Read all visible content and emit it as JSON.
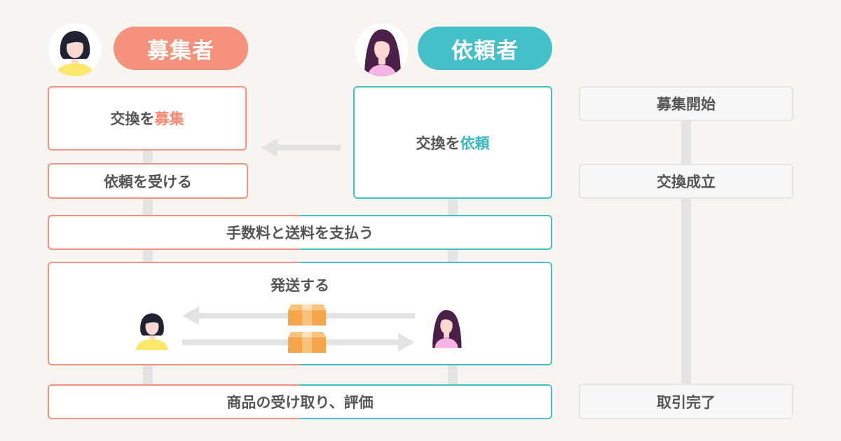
{
  "roles": {
    "recruiter": {
      "label": "募集者"
    },
    "requester": {
      "label": "依頼者"
    }
  },
  "steps": {
    "recruit": {
      "prefix": "交換を",
      "highlight": "募集"
    },
    "request": {
      "prefix": "交換を",
      "highlight": "依頼"
    },
    "receive_request": {
      "label": "依頼を受ける"
    },
    "pay_fees": {
      "label": "手数料と送料を支払う"
    },
    "ship": {
      "label": "発送する"
    },
    "receive_and_review": {
      "label": "商品の受け取り、評価"
    }
  },
  "status": {
    "start": {
      "label": "募集開始"
    },
    "established": {
      "label": "交換成立"
    },
    "complete": {
      "label": "取引完了"
    }
  },
  "icons": {
    "recruiter_avatar": "woman-short-hair-avatar-icon",
    "requester_avatar": "woman-long-hair-avatar-icon",
    "package": "package-box-icon",
    "arrow": "arrow-icon"
  },
  "colors": {
    "recruiter": "#f4927c",
    "requester": "#45bfc8",
    "neutral_border": "#e4e4e4",
    "connector": "#e3e3e3",
    "package": "#f6a74a"
  }
}
